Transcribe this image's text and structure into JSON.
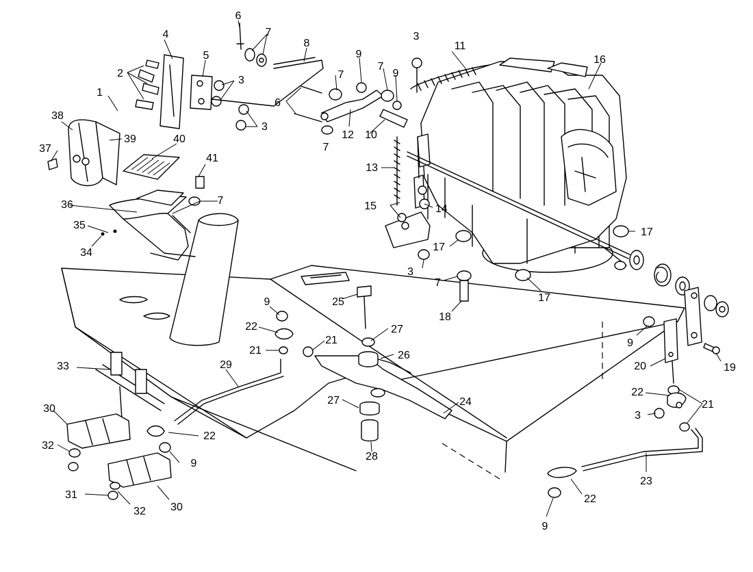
{
  "callouts": [
    {
      "id": "c1",
      "label": "1"
    },
    {
      "id": "c2",
      "label": "2"
    },
    {
      "id": "c3a",
      "label": "3"
    },
    {
      "id": "c3b",
      "label": "3"
    },
    {
      "id": "c3c",
      "label": "3"
    },
    {
      "id": "c3d",
      "label": "3"
    },
    {
      "id": "c3e",
      "label": "3"
    },
    {
      "id": "c4",
      "label": "4"
    },
    {
      "id": "c5",
      "label": "5"
    },
    {
      "id": "c6a",
      "label": "6"
    },
    {
      "id": "c6b",
      "label": "6"
    },
    {
      "id": "c7a",
      "label": "7"
    },
    {
      "id": "c7b",
      "label": "7"
    },
    {
      "id": "c7c",
      "label": "7"
    },
    {
      "id": "c7d",
      "label": "7"
    },
    {
      "id": "c7e",
      "label": "7"
    },
    {
      "id": "c7f",
      "label": "7"
    },
    {
      "id": "c8",
      "label": "8"
    },
    {
      "id": "c9a",
      "label": "9"
    },
    {
      "id": "c9b",
      "label": "9"
    },
    {
      "id": "c9c",
      "label": "9"
    },
    {
      "id": "c9d",
      "label": "9"
    },
    {
      "id": "c9e",
      "label": "9"
    },
    {
      "id": "c9f",
      "label": "9"
    },
    {
      "id": "c10",
      "label": "10"
    },
    {
      "id": "c11",
      "label": "11"
    },
    {
      "id": "c12",
      "label": "12"
    },
    {
      "id": "c13",
      "label": "13"
    },
    {
      "id": "c14",
      "label": "14"
    },
    {
      "id": "c15",
      "label": "15"
    },
    {
      "id": "c16",
      "label": "16"
    },
    {
      "id": "c17a",
      "label": "17"
    },
    {
      "id": "c17b",
      "label": "17"
    },
    {
      "id": "c17c",
      "label": "17"
    },
    {
      "id": "c18",
      "label": "18"
    },
    {
      "id": "c19",
      "label": "19"
    },
    {
      "id": "c20",
      "label": "20"
    },
    {
      "id": "c21a",
      "label": "21"
    },
    {
      "id": "c21b",
      "label": "21"
    },
    {
      "id": "c21c",
      "label": "21"
    },
    {
      "id": "c22a",
      "label": "22"
    },
    {
      "id": "c22b",
      "label": "22"
    },
    {
      "id": "c22c",
      "label": "22"
    },
    {
      "id": "c22d",
      "label": "22"
    },
    {
      "id": "c23",
      "label": "23"
    },
    {
      "id": "c24",
      "label": "24"
    },
    {
      "id": "c25",
      "label": "25"
    },
    {
      "id": "c26",
      "label": "26"
    },
    {
      "id": "c27a",
      "label": "27"
    },
    {
      "id": "c27b",
      "label": "27"
    },
    {
      "id": "c28",
      "label": "28"
    },
    {
      "id": "c29",
      "label": "29"
    },
    {
      "id": "c30a",
      "label": "30"
    },
    {
      "id": "c30b",
      "label": "30"
    },
    {
      "id": "c31",
      "label": "31"
    },
    {
      "id": "c32a",
      "label": "32"
    },
    {
      "id": "c32b",
      "label": "32"
    },
    {
      "id": "c33",
      "label": "33"
    },
    {
      "id": "c34",
      "label": "34"
    },
    {
      "id": "c35",
      "label": "35"
    },
    {
      "id": "c36",
      "label": "36"
    },
    {
      "id": "c37",
      "label": "37"
    },
    {
      "id": "c38",
      "label": "38"
    },
    {
      "id": "c39",
      "label": "39"
    },
    {
      "id": "c40",
      "label": "40"
    },
    {
      "id": "c41",
      "label": "41"
    }
  ]
}
